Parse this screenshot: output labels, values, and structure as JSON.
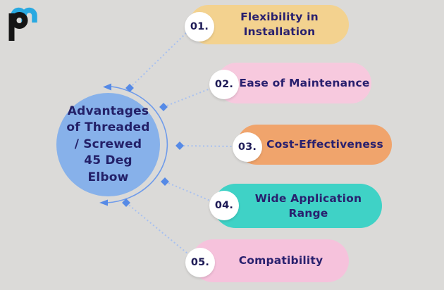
{
  "background_color": "#dbdad8",
  "logo": {
    "icon": "pm-logo",
    "blue": "#29a9e1",
    "black": "#151515"
  },
  "center_circle": {
    "title": "Advantages\nof Threaded\n/ Screwed\n45 Deg\nElbow",
    "fill": "#87b1ea",
    "text_color": "#232068"
  },
  "connector": {
    "arc_color": "#6f9bea",
    "node_color": "#568ae6",
    "dotted_color": "#a7c0f0"
  },
  "items": [
    {
      "number": "01.",
      "label": "Flexibility in\nInstallation",
      "color": "#f3d28f"
    },
    {
      "number": "02.",
      "label": "Ease of Maintenance",
      "color": "#f7c9de"
    },
    {
      "number": "03.",
      "label": "Cost-Effectiveness",
      "color": "#f0a46c"
    },
    {
      "number": "04.",
      "label": "Wide Application\nRange",
      "color": "#3fd2c6"
    },
    {
      "number": "05.",
      "label": "Compatibility",
      "color": "#f6c2dc"
    }
  ]
}
